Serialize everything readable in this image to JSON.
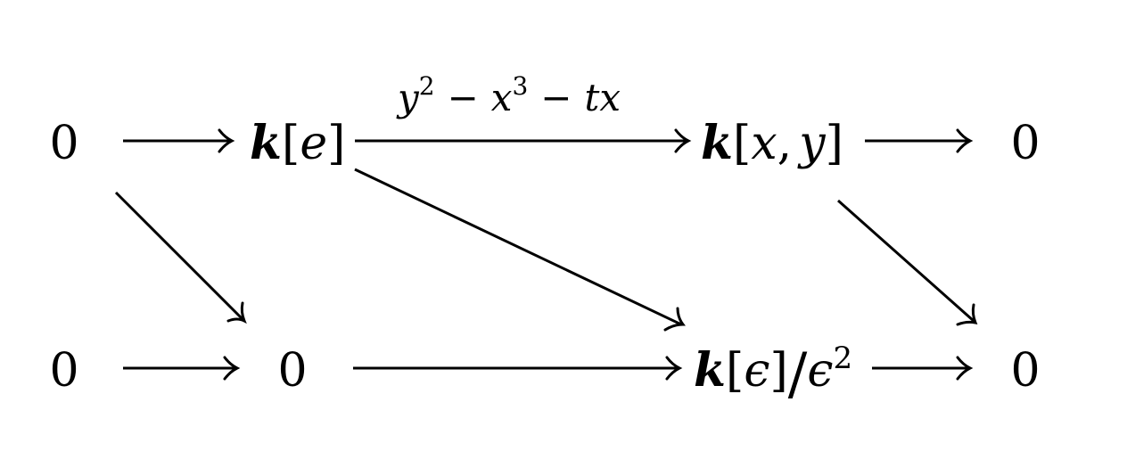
{
  "diagram": {
    "nodes": {
      "top_left_zero": "0",
      "top_k_e": {
        "k": "k",
        "open": "[",
        "var": "e",
        "close": "]"
      },
      "top_k_xy": {
        "k": "k",
        "open": "[",
        "x": "x",
        "comma": ",",
        "y": "y",
        "close": "]"
      },
      "top_right_zero": "0",
      "bottom_left_zero": "0",
      "bottom_zero": "0",
      "bottom_k_eps": {
        "k": "k",
        "open": "[",
        "var": "ϵ",
        "close": "]",
        "slash": "/",
        "eps": "ϵ",
        "exp": "2"
      },
      "bottom_right_zero": "0"
    },
    "edge_label": {
      "y": "y",
      "y_exp": "2",
      "minus1": "−",
      "x": "x",
      "x_exp": "3",
      "minus2": "−",
      "tx": "tx"
    }
  }
}
